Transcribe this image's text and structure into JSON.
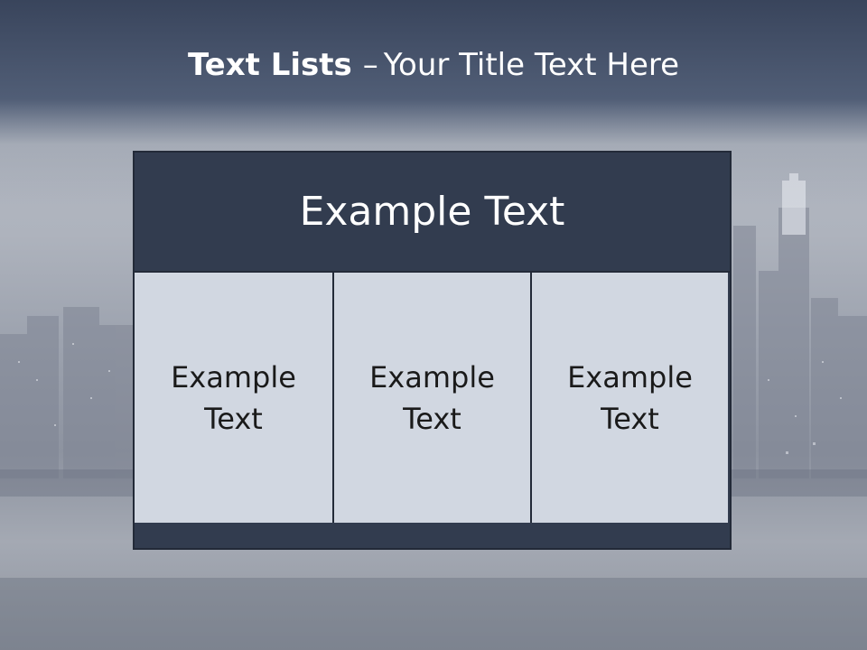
{
  "slide": {
    "title_bold": "Text Lists",
    "title_dash": "–",
    "title_rest": "Your Title Text Here"
  },
  "panel": {
    "header": "Example Text",
    "cells": [
      {
        "line1": "Example",
        "line2": "Text"
      },
      {
        "line1": "Example",
        "line2": "Text"
      },
      {
        "line1": "Example",
        "line2": "Text"
      }
    ]
  },
  "colors": {
    "header_bg": "#323c4f",
    "cell_bg": "#d1d7e1",
    "title_bar": "#3e4b66"
  }
}
